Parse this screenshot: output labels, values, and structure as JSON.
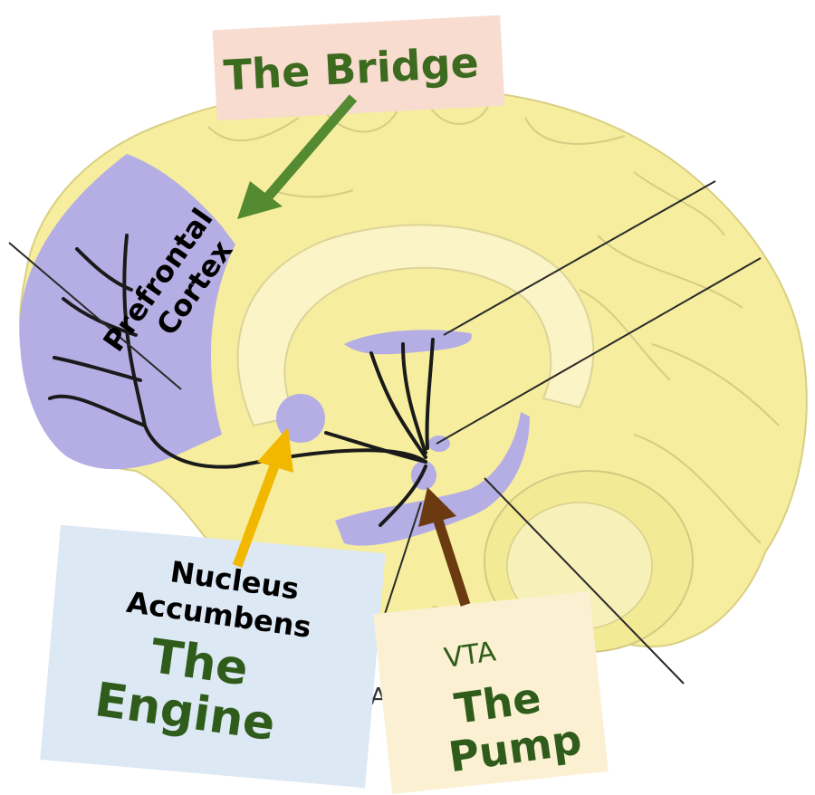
{
  "labels": {
    "bridge_title": "The Bridge",
    "prefrontal_line1": "Prefrontal",
    "prefrontal_line2": "Cortex",
    "nucleus_line1": "Nucleus",
    "nucleus_line2": "Accumbens",
    "engine_line1": "The",
    "engine_line2": "Engine",
    "vta_label": "VTA",
    "pump_line1": "The",
    "pump_line2": "Pump",
    "partial_vta": "TA"
  },
  "colors": {
    "bridge_box": "#f7dccf",
    "bridge_text": "#3c6a1e",
    "bridge_arrow": "#548a32",
    "brain_fill": "#f6ee9e",
    "brain_highlight": "#b5aee4",
    "dark_green_text": "#2f5c1a",
    "nucleus_arrow": "#f2b800",
    "vta_arrow": "#6b3a10",
    "engine_box": "#dce8f4",
    "pump_box": "#fbf0d2",
    "pathway": "#1a1a1a"
  }
}
